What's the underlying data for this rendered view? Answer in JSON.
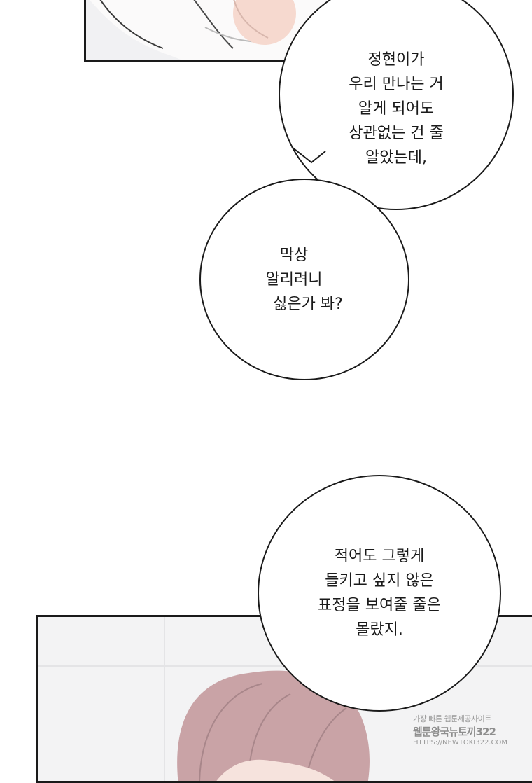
{
  "bubbles": [
    {
      "lines": [
        "정현이가",
        "우리 만나는 거",
        "알게 되어도",
        "상관없는 건 줄",
        "알았는데,"
      ]
    },
    {
      "lines": [
        "막상",
        "알리려니",
        "싫은가 봐?"
      ]
    },
    {
      "lines": [
        "적어도 그렇게",
        "들키고 싶지 않은",
        "표정을 보여줄 줄은",
        "몰랐지."
      ]
    }
  ],
  "watermark": {
    "line1": "가장 빠른 웹툰제공사이트",
    "line2": "웹툰왕국뉴토끼322",
    "line3": "HTTPS://NEWTOKI322.COM"
  },
  "colors": {
    "ink": "#1a1a1a",
    "hair": "#c9a3a6",
    "skin": "#f6d9cf",
    "panel_bg": "#f3f3f4"
  }
}
